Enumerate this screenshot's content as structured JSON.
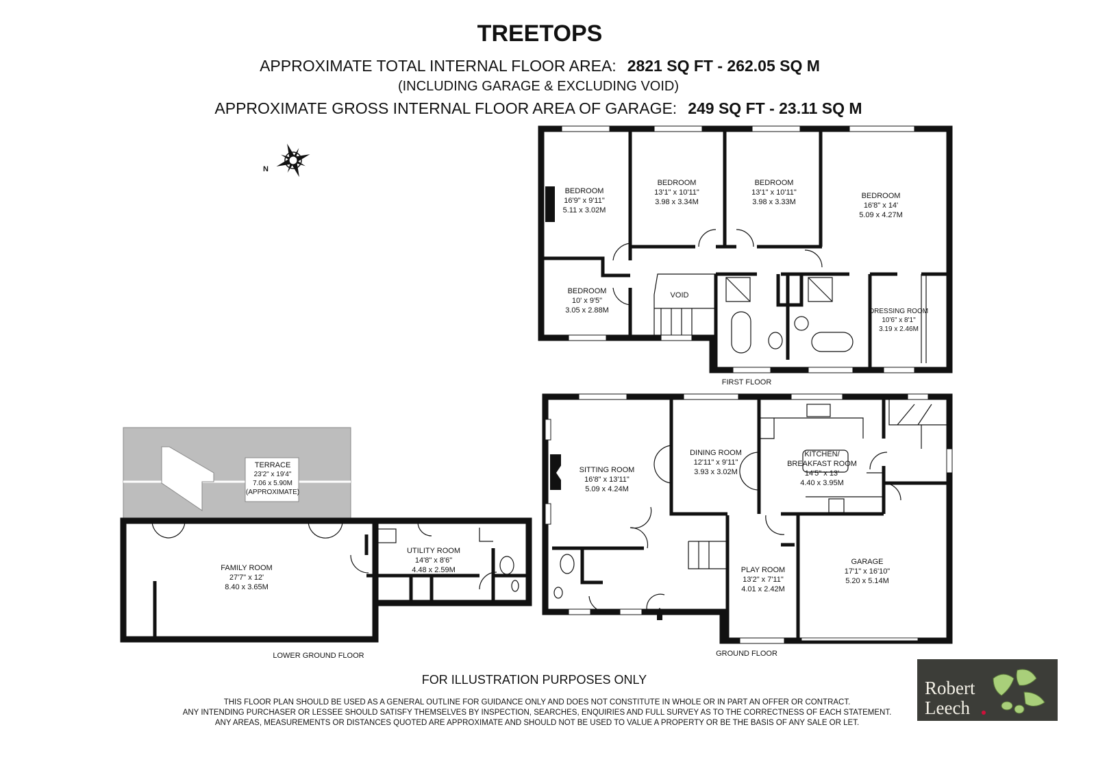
{
  "header": {
    "title": "TREETOPS",
    "total_area_label": "APPROXIMATE TOTAL INTERNAL FLOOR AREA:",
    "total_area_value": "2821 SQ FT  -  262.05 SQ M",
    "total_area_note": "(INCLUDING GARAGE & EXCLUDING VOID)",
    "garage_area_label": "APPROXIMATE GROSS INTERNAL FLOOR AREA OF GARAGE:",
    "garage_area_value": "249 SQ FT  -  23.11 SQ M"
  },
  "compass": {
    "north_label": "N"
  },
  "first_floor": {
    "label": "FIRST FLOOR",
    "rooms": [
      {
        "name": "BEDROOM",
        "imperial": "16'9\" x 9'11\"",
        "metric": "5.11 x 3.02M"
      },
      {
        "name": "BEDROOM",
        "imperial": "13'1\" x 10'11\"",
        "metric": "3.98 x 3.34M"
      },
      {
        "name": "BEDROOM",
        "imperial": "13'1\" x 10'11\"",
        "metric": "3.98 x 3.33M"
      },
      {
        "name": "BEDROOM",
        "imperial": "16'8\" x 14'",
        "metric": "5.09 x 4.27M"
      },
      {
        "name": "BEDROOM",
        "imperial": "10' x 9'5\"",
        "metric": "3.05 x 2.88M"
      },
      {
        "name": "DRESSING ROOM",
        "imperial": "10'6\" x 8'1\"",
        "metric": "3.19 x 2.46M"
      }
    ],
    "void_label": "VOID"
  },
  "ground_floor": {
    "label": "GROUND FLOOR",
    "rooms": [
      {
        "name": "SITTING ROOM",
        "imperial": "16'8\" x 13'11\"",
        "metric": "5.09 x 4.24M"
      },
      {
        "name": "DINING ROOM",
        "imperial": "12'11\" x 9'11\"",
        "metric": "3.93 x 3.02M"
      },
      {
        "name": "KITCHEN/",
        "name2": "BREAKFAST ROOM",
        "imperial": "14'5\" x 13'",
        "metric": "4.40 x 3.95M"
      },
      {
        "name": "PLAY ROOM",
        "imperial": "13'2\" x 7'11\"",
        "metric": "4.01 x 2.42M"
      },
      {
        "name": "GARAGE",
        "imperial": "17'1\" x 16'10\"",
        "metric": "5.20 x 5.14M"
      }
    ]
  },
  "lower_ground_floor": {
    "label": "LOWER GROUND FLOOR",
    "rooms": [
      {
        "name": "TERRACE",
        "imperial": "23'2\" x 19'4\"",
        "metric": "7.06 x 5.90M",
        "note": "(APPROXIMATE)"
      },
      {
        "name": "FAMILY ROOM",
        "imperial": "27'7\" x 12'",
        "metric": "8.40 x 3.65M"
      },
      {
        "name": "UTILITY ROOM",
        "imperial": "14'8\" x 8'6\"",
        "metric": "4.48 x 2.59M"
      }
    ]
  },
  "footer": {
    "illustration": "FOR ILLUSTRATION PURPOSES ONLY",
    "disclaimer": [
      "THIS FLOOR PLAN SHOULD BE USED AS A GENERAL OUTLINE FOR GUIDANCE ONLY AND DOES NOT CONSTITUTE IN WHOLE OR IN PART AN OFFER OR CONTRACT.",
      "ANY INTENDING PURCHASER OR LESSEE SHOULD SATISFY THEMSELVES BY INSPECTION, SEARCHES, ENQUIRIES AND FULL SURVEY AS TO THE CORRECTNESS OF EACH STATEMENT.",
      "ANY AREAS, MEASUREMENTS OR DISTANCES QUOTED ARE APPROXIMATE AND SHOULD NOT BE USED TO VALUE A PROPERTY OR BE THE BASIS OF ANY SALE OR LET."
    ]
  },
  "logo": {
    "line1": "Robert",
    "line2": "Leech",
    "bg_color": "#3c3d38",
    "dot_color": "#d0103a",
    "leaf_color": "#a9cf7a"
  },
  "colors": {
    "terrace": "#bdbdbd",
    "walls": "#111111"
  }
}
